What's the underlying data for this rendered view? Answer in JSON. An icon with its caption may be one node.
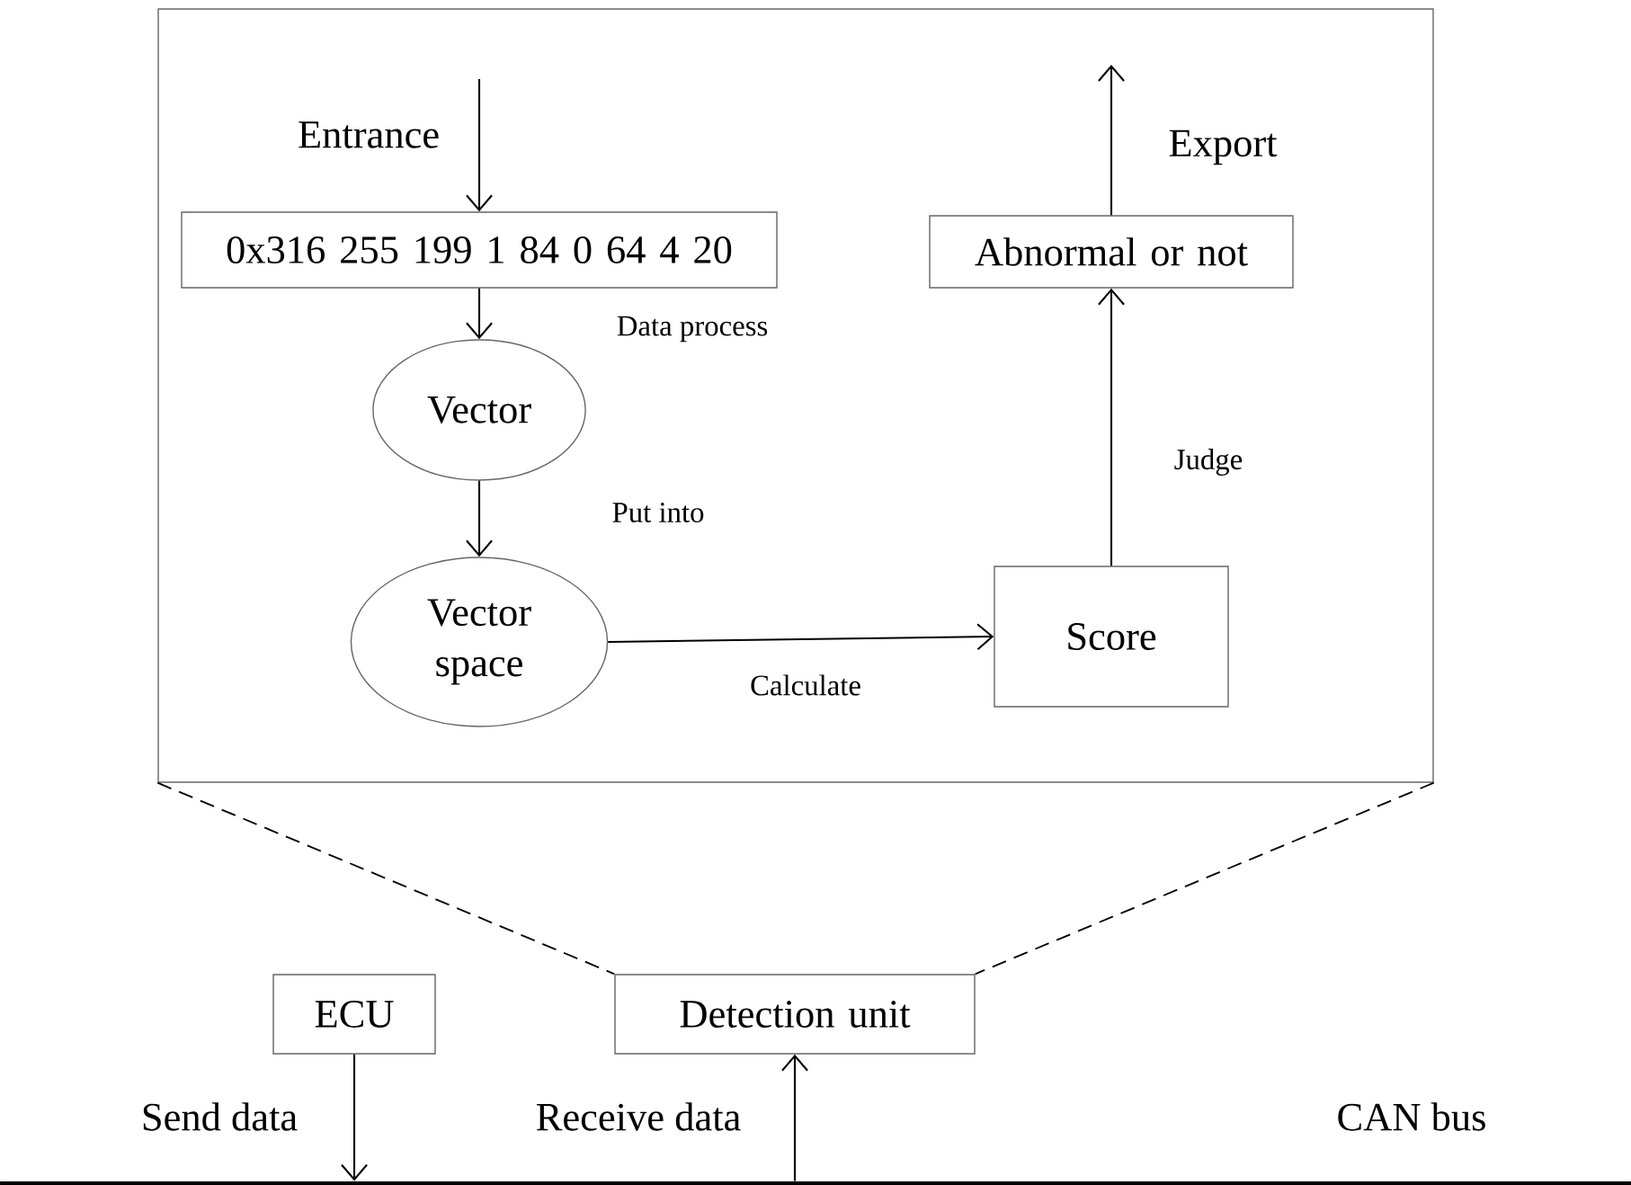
{
  "diagram": {
    "nodes": [
      {
        "text": [],
        "shape": "box"
      },
      {
        "text": [
          "0x316 255 199 1 84 0 64 4 20"
        ],
        "in": 0
      },
      {
        "text": [
          "Vector"
        ],
        "in": 0
      },
      {
        "text": [
          "Vector space"
        ],
        "in": 0
      },
      {
        "text": [
          "Score"
        ],
        "in": 0
      },
      {
        "text": [
          "Abnormal or not"
        ],
        "in": 0
      },
      {
        "text": [
          "ECU"
        ]
      },
      {
        "text": [
          "Detection unit"
        ]
      },
      {
        "text": [],
        "shape": "bar",
        "beside": [
          "CAN bus"
        ]
      }
    ],
    "edges": [
      {
        "from": null,
        "to": 1,
        "arrow": "to",
        "label": "Entrance"
      },
      {
        "from": 1,
        "to": 2,
        "arrow": "to",
        "label": "Data process"
      },
      {
        "from": 2,
        "to": 3,
        "arrow": "to",
        "label": "Put into"
      },
      {
        "from": 3,
        "to": 4,
        "arrow": "to",
        "label": "Calculate"
      },
      {
        "from": 4,
        "to": 5,
        "arrow": "to",
        "label": "Judge"
      },
      {
        "from": 5,
        "to": null,
        "arrow": "to",
        "label": "Export"
      },
      {
        "from": 6,
        "to": 8,
        "arrow": "to",
        "label": "Send data"
      },
      {
        "from": 8,
        "to": 7,
        "arrow": "to",
        "label": "Receive data"
      },
      {
        "from": 0,
        "to": 7,
        "arrow": "none",
        "style": "dashed"
      },
      {
        "from": 0,
        "to": 7,
        "arrow": "none",
        "style": "dashed"
      }
    ]
  }
}
